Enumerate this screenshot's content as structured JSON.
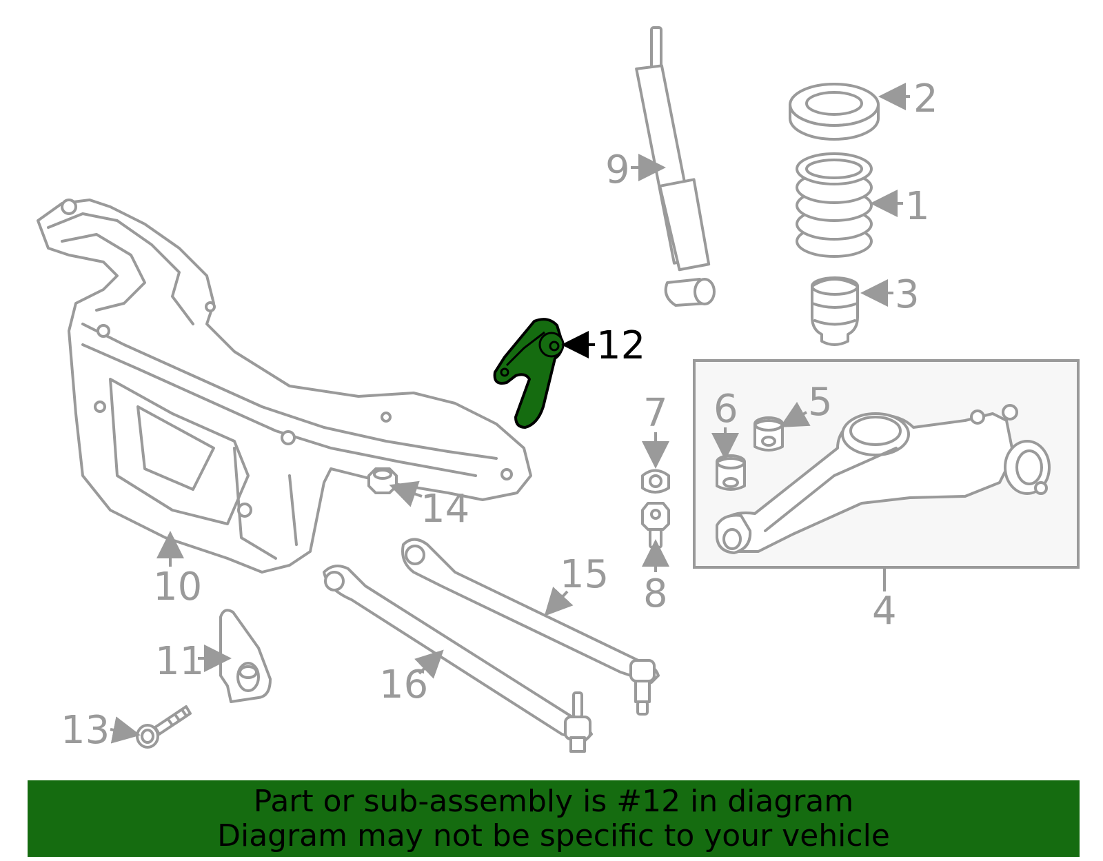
{
  "callouts": {
    "c1": "1",
    "c2": "2",
    "c3": "3",
    "c4": "4",
    "c5": "5",
    "c6": "6",
    "c7": "7",
    "c8": "8",
    "c9": "9",
    "c10": "10",
    "c11": "11",
    "c12": "12",
    "c13": "13",
    "c14": "14",
    "c15": "15",
    "c16": "16"
  },
  "highlight": {
    "part": "12",
    "color": "#156c10"
  },
  "banner": {
    "line1": "Part or sub-assembly is #12 in diagram",
    "line2": "Diagram may not be specific to your vehicle",
    "background": "#156c10"
  }
}
